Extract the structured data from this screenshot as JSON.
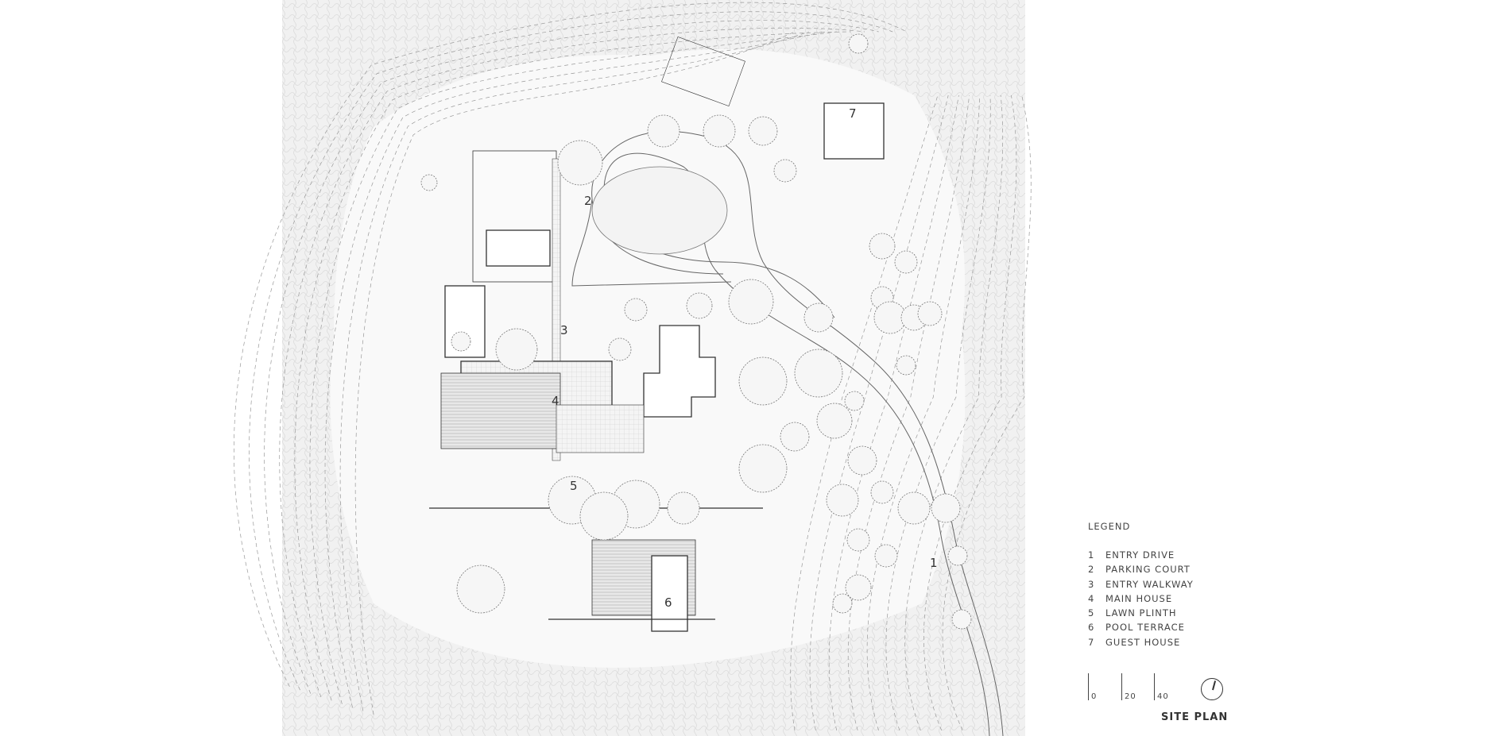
{
  "plan": {
    "labels": [
      "1",
      "2",
      "3",
      "4",
      "5",
      "6",
      "7"
    ]
  },
  "legend": {
    "title": "LEGEND",
    "items": [
      {
        "num": "1",
        "label": "ENTRY DRIVE"
      },
      {
        "num": "2",
        "label": "PARKING COURT"
      },
      {
        "num": "3",
        "label": "ENTRY WALKWAY"
      },
      {
        "num": "4",
        "label": "MAIN HOUSE"
      },
      {
        "num": "5",
        "label": "LAWN PLINTH"
      },
      {
        "num": "6",
        "label": "POOL TERRACE"
      },
      {
        "num": "7",
        "label": "GUEST HOUSE"
      }
    ]
  },
  "scale_bar": {
    "ticks": [
      "0",
      "20",
      "40"
    ]
  },
  "north_arrow": "north-arrow-icon",
  "title": "SITE PLAN",
  "colors": {
    "ink": "#333333",
    "paper": "#ffffff",
    "foliage": "#e6e6e6"
  }
}
